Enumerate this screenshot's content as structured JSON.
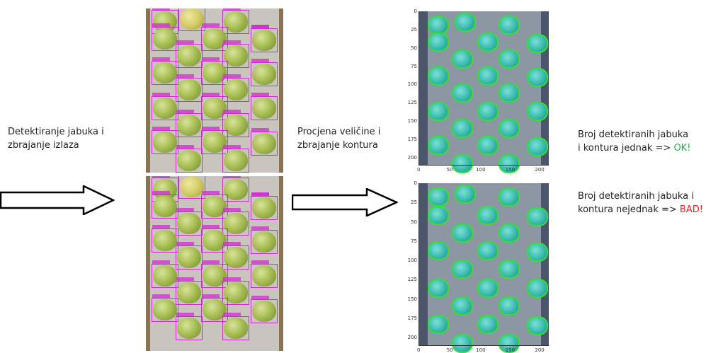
{
  "labels": {
    "left": "Detektiranje jabuka i zbrajanje izlaza",
    "left_l1": "Detektiranje jabuka i",
    "left_l2": "zbrajanje izlaza",
    "middle_l1": "Procjena veličine i",
    "middle_l2": "zbrajanje kontura",
    "ok_l1": "Broj detektiranih jabuka",
    "ok_l2": "i kontura jednak => ",
    "ok_status": "OK!",
    "bad_l1": "Broj detektiranih jabuka i",
    "bad_l2": "kontura nejednak => ",
    "bad_status": "BAD!"
  },
  "colors": {
    "ok": "#22b14c",
    "bad": "#e8212b",
    "bbox": "#d12ad4",
    "contour": "#35e03a"
  },
  "plots": {
    "top": {
      "y_ticks": [
        "0",
        "25",
        "50",
        "75",
        "100",
        "125",
        "150",
        "175",
        "200"
      ],
      "x_ticks": [
        "0",
        "50",
        "100",
        "150",
        "200"
      ]
    },
    "bottom": {
      "y_ticks": [
        "0",
        "25",
        "50",
        "75",
        "100",
        "125",
        "150",
        "175",
        "200"
      ],
      "x_ticks": [
        "0",
        "50",
        "100",
        "150",
        "200"
      ]
    }
  },
  "icons": [
    "right-arrow-icon",
    "right-arrow-icon"
  ]
}
